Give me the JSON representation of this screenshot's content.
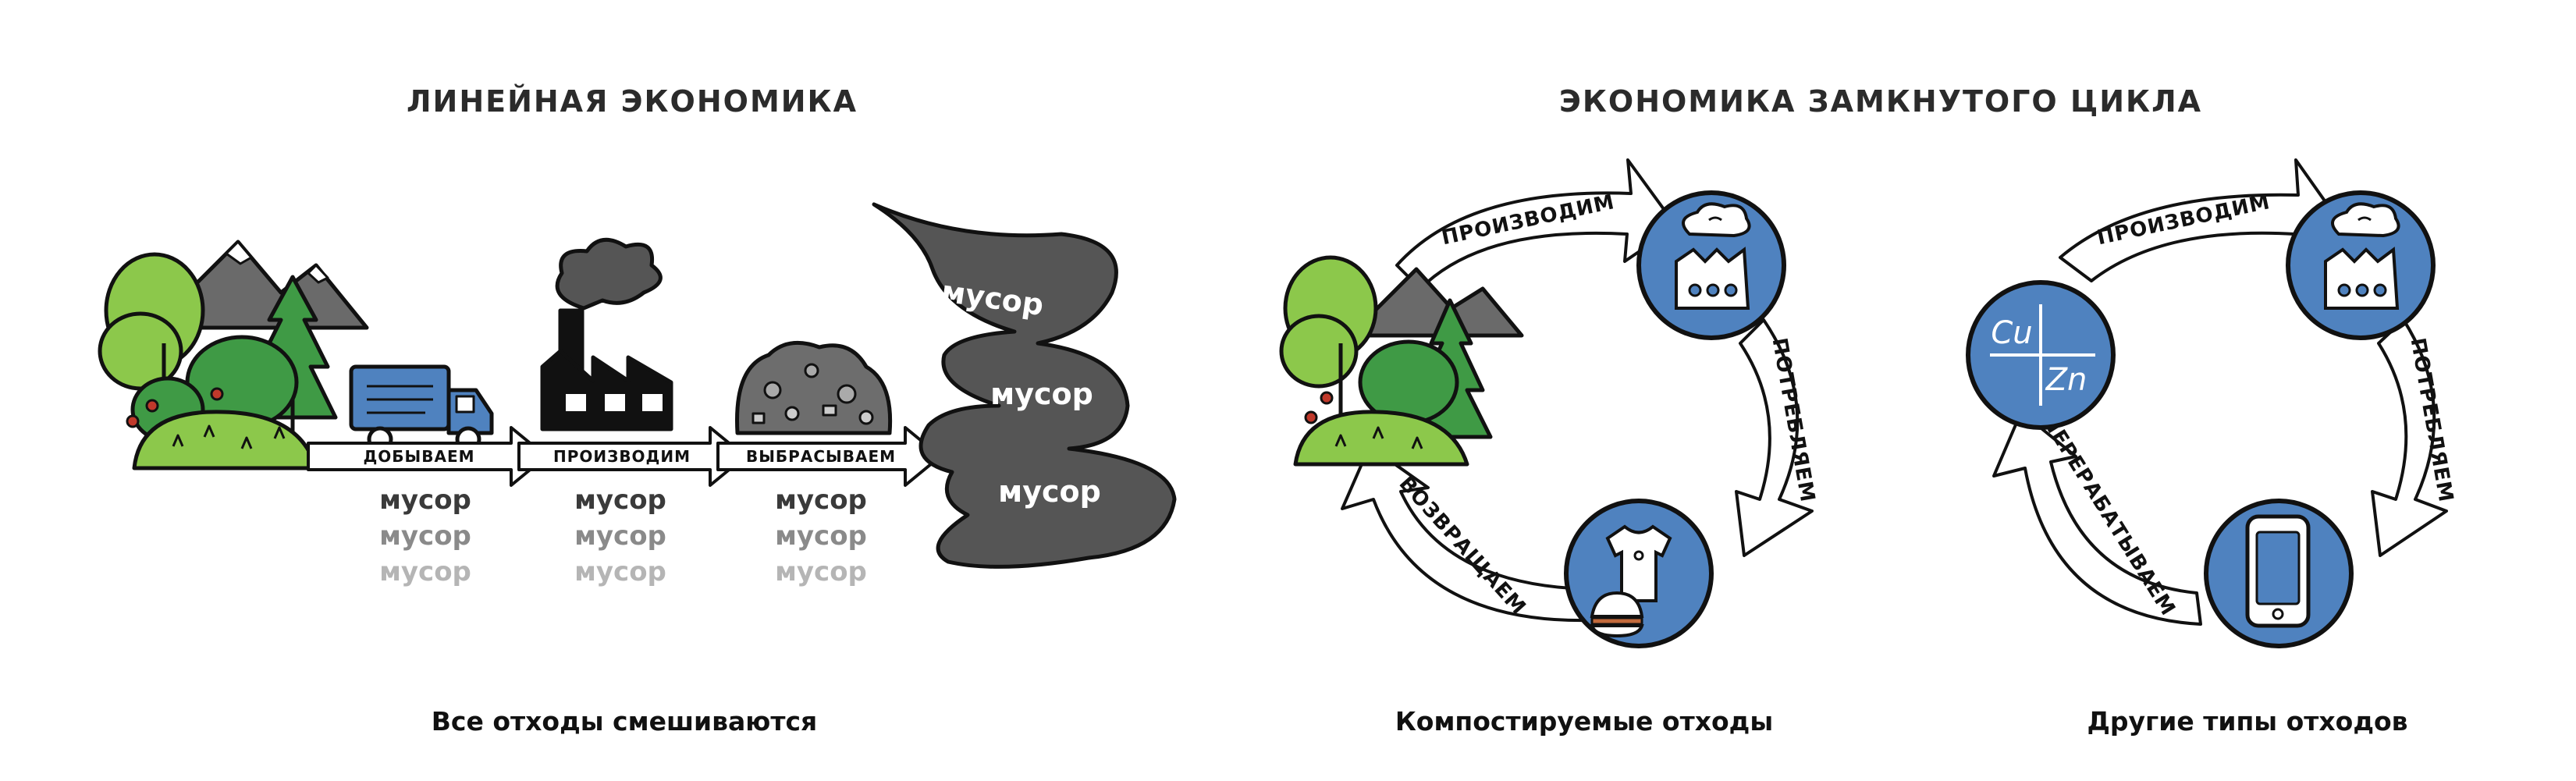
{
  "titles": {
    "linear": "ЛИНЕЙНАЯ ЭКОНОМИКА",
    "circular": "ЭКОНОМИКА ЗАМКНУТОГО ЦИКЛА"
  },
  "captions": {
    "linear": "Все отходы смешиваются",
    "compost": "Компостируемые отходы",
    "other": "Другие типы отходов"
  },
  "linear": {
    "steps": [
      "ДОБЫВАЕМ",
      "ПРОИЗВОДИМ",
      "ВЫБРАСЫВАЕМ"
    ],
    "waste_word": "мусор",
    "cloud_words": [
      "мусор",
      "мусор",
      "мусор"
    ]
  },
  "compost_cycle": {
    "arrows": [
      "ПРОИЗВОДИМ",
      "ПОТРЕБЛЯЕМ",
      "ВОЗВРАЩАЕМ"
    ]
  },
  "other_cycle": {
    "arrows": [
      "ПРОИЗВОДИМ",
      "ПОТРЕБЛЯЕМ",
      "ПЕРЕРАБАТЫВАЕМ"
    ],
    "elements": [
      "Cu",
      "Zn"
    ]
  },
  "colors": {
    "circle_blue": "#4f82bf",
    "tree_green": "#8cc84b",
    "pine_green": "#3f9a45",
    "smoke": "#555555",
    "waste_dark": "#3a3a3a",
    "waste_mid": "#8a8a8a",
    "waste_light": "#b5b5b5"
  }
}
